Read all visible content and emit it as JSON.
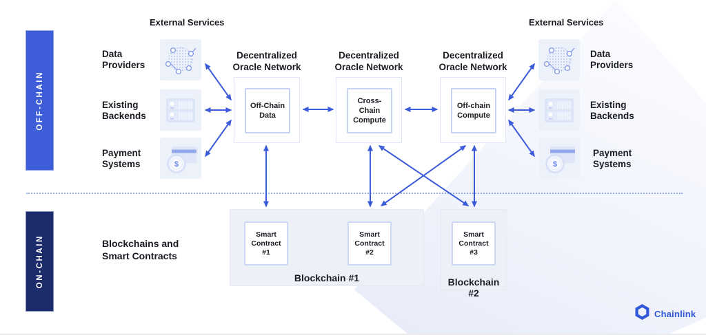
{
  "bars": {
    "offchain": "OFF-CHAIN",
    "onchain": "ON-CHAIN"
  },
  "left_services": {
    "heading": "External Services",
    "items": [
      {
        "label": "Data\nProviders",
        "icon": "network-globe-icon"
      },
      {
        "label": "Existing\nBackends",
        "icon": "server-icon"
      },
      {
        "label": "Payment\nSystems",
        "icon": "payment-card-icon"
      }
    ]
  },
  "right_services": {
    "heading": "External Services",
    "items": [
      {
        "label": "Data\nProviders",
        "icon": "network-globe-icon"
      },
      {
        "label": "Existing\nBackends",
        "icon": "server-icon"
      },
      {
        "label": "Payment\nSystems",
        "icon": "payment-card-icon"
      }
    ]
  },
  "oracle_networks": [
    {
      "heading": "Decentralized\nOracle Network",
      "node": "Off-Chain\nData"
    },
    {
      "heading": "Decentralized\nOracle Network",
      "node": "Cross-Chain\nCompute"
    },
    {
      "heading": "Decentralized\nOracle Network",
      "node": "Off-chain\nCompute"
    }
  ],
  "onchain": {
    "section_label": "Blockchains and\nSmart Contracts",
    "blockchains": [
      {
        "label": "Blockchain #1",
        "contracts": [
          "Smart\nContract\n#1",
          "Smart\nContract\n#2"
        ]
      },
      {
        "label": "Blockchain #2",
        "contracts": [
          "Smart\nContract\n#3"
        ]
      }
    ]
  },
  "icons": {
    "payment_symbol": "$"
  },
  "logo": {
    "text": "Chainlink"
  },
  "colors": {
    "accent_blue": "#3B5BD9",
    "offchain_bar": "#3E5DD8",
    "onchain_bar": "#1B2B6B",
    "logo_blue": "#2F57D8",
    "tile_bg": "#EDF1FA",
    "blockchain_bg": "#EEF0F8"
  }
}
